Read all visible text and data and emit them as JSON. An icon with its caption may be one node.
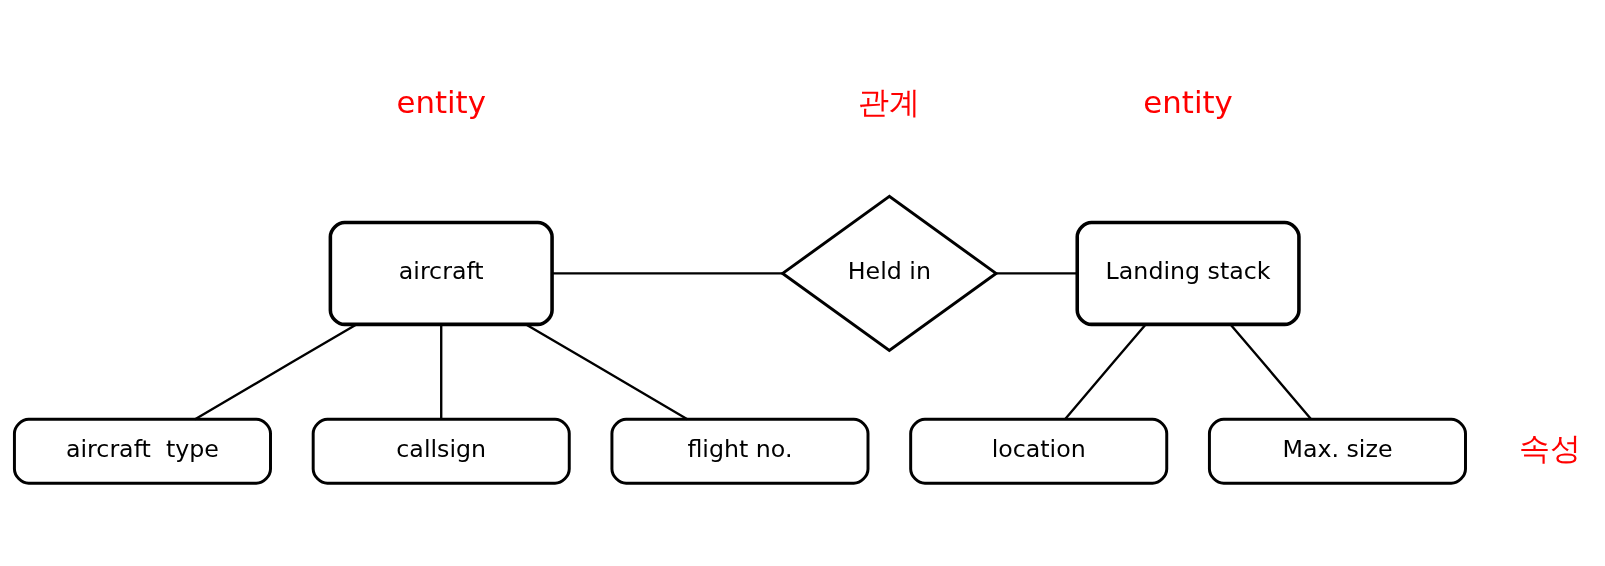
{
  "diagram": {
    "nodes": [
      {
        "text": [
          "aircraft"
        ]
      },
      {
        "text": [
          "Held in"
        ]
      },
      {
        "text": [
          "Landing stack"
        ]
      },
      {
        "text": [
          "aircraft  type"
        ]
      },
      {
        "text": [
          "callsign"
        ]
      },
      {
        "text": [
          "location"
        ]
      },
      {
        "text": [
          "Max. size"
        ]
      },
      {
        "text": [
          "flight no."
        ]
      }
    ],
    "edges": [
      {
        "from": 0,
        "to": 1,
        "arrow": "none"
      },
      {
        "from": 1,
        "to": 2,
        "arrow": "none"
      },
      {
        "from": 0,
        "to": 3,
        "arrow": "none"
      },
      {
        "from": 0,
        "to": 7,
        "arrow": "none"
      },
      {
        "from": 0,
        "to": 4,
        "arrow": "none"
      },
      {
        "from": 2,
        "to": 5,
        "arrow": "none"
      },
      {
        "from": 2,
        "to": 6,
        "arrow": "none"
      }
    ],
    "labels": [
      "entity",
      "관계",
      "entity",
      "속성"
    ]
  }
}
